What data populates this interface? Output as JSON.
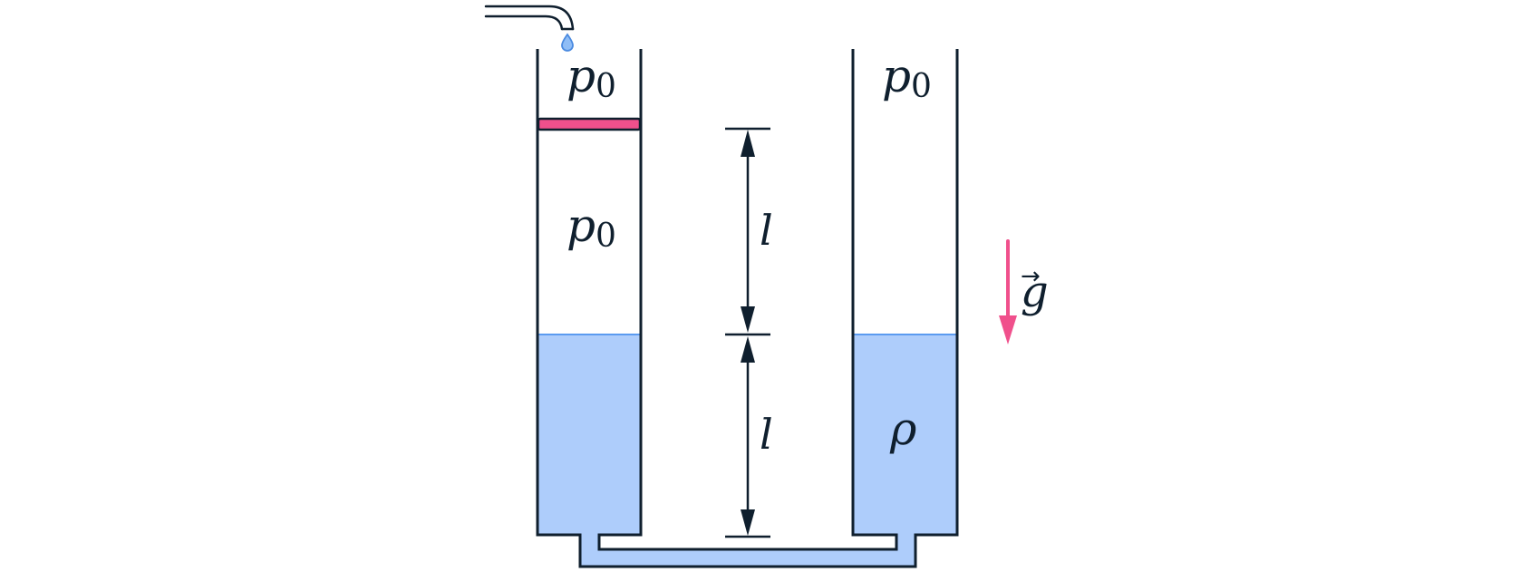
{
  "labels": {
    "left_top_pressure": "p",
    "left_top_pressure_sub": "0",
    "left_mid_pressure": "p",
    "left_mid_pressure_sub": "0",
    "right_top_pressure": "p",
    "right_top_pressure_sub": "0",
    "upper_length": "l",
    "lower_length": "l",
    "density": "ρ",
    "gravity": "g",
    "gravity_arrow_glyph": "→"
  },
  "colors": {
    "outline": "#0f1f2e",
    "water_fill": "#aecdfb",
    "water_surface": "#5b9bf0",
    "piston": "#f0508c",
    "gravity_arrow": "#f0508c",
    "droplet": "#8fbdf6"
  },
  "icons": {
    "faucet": "faucet-icon",
    "droplet": "water-droplet-icon",
    "gravity": "gravity-arrow-icon"
  }
}
